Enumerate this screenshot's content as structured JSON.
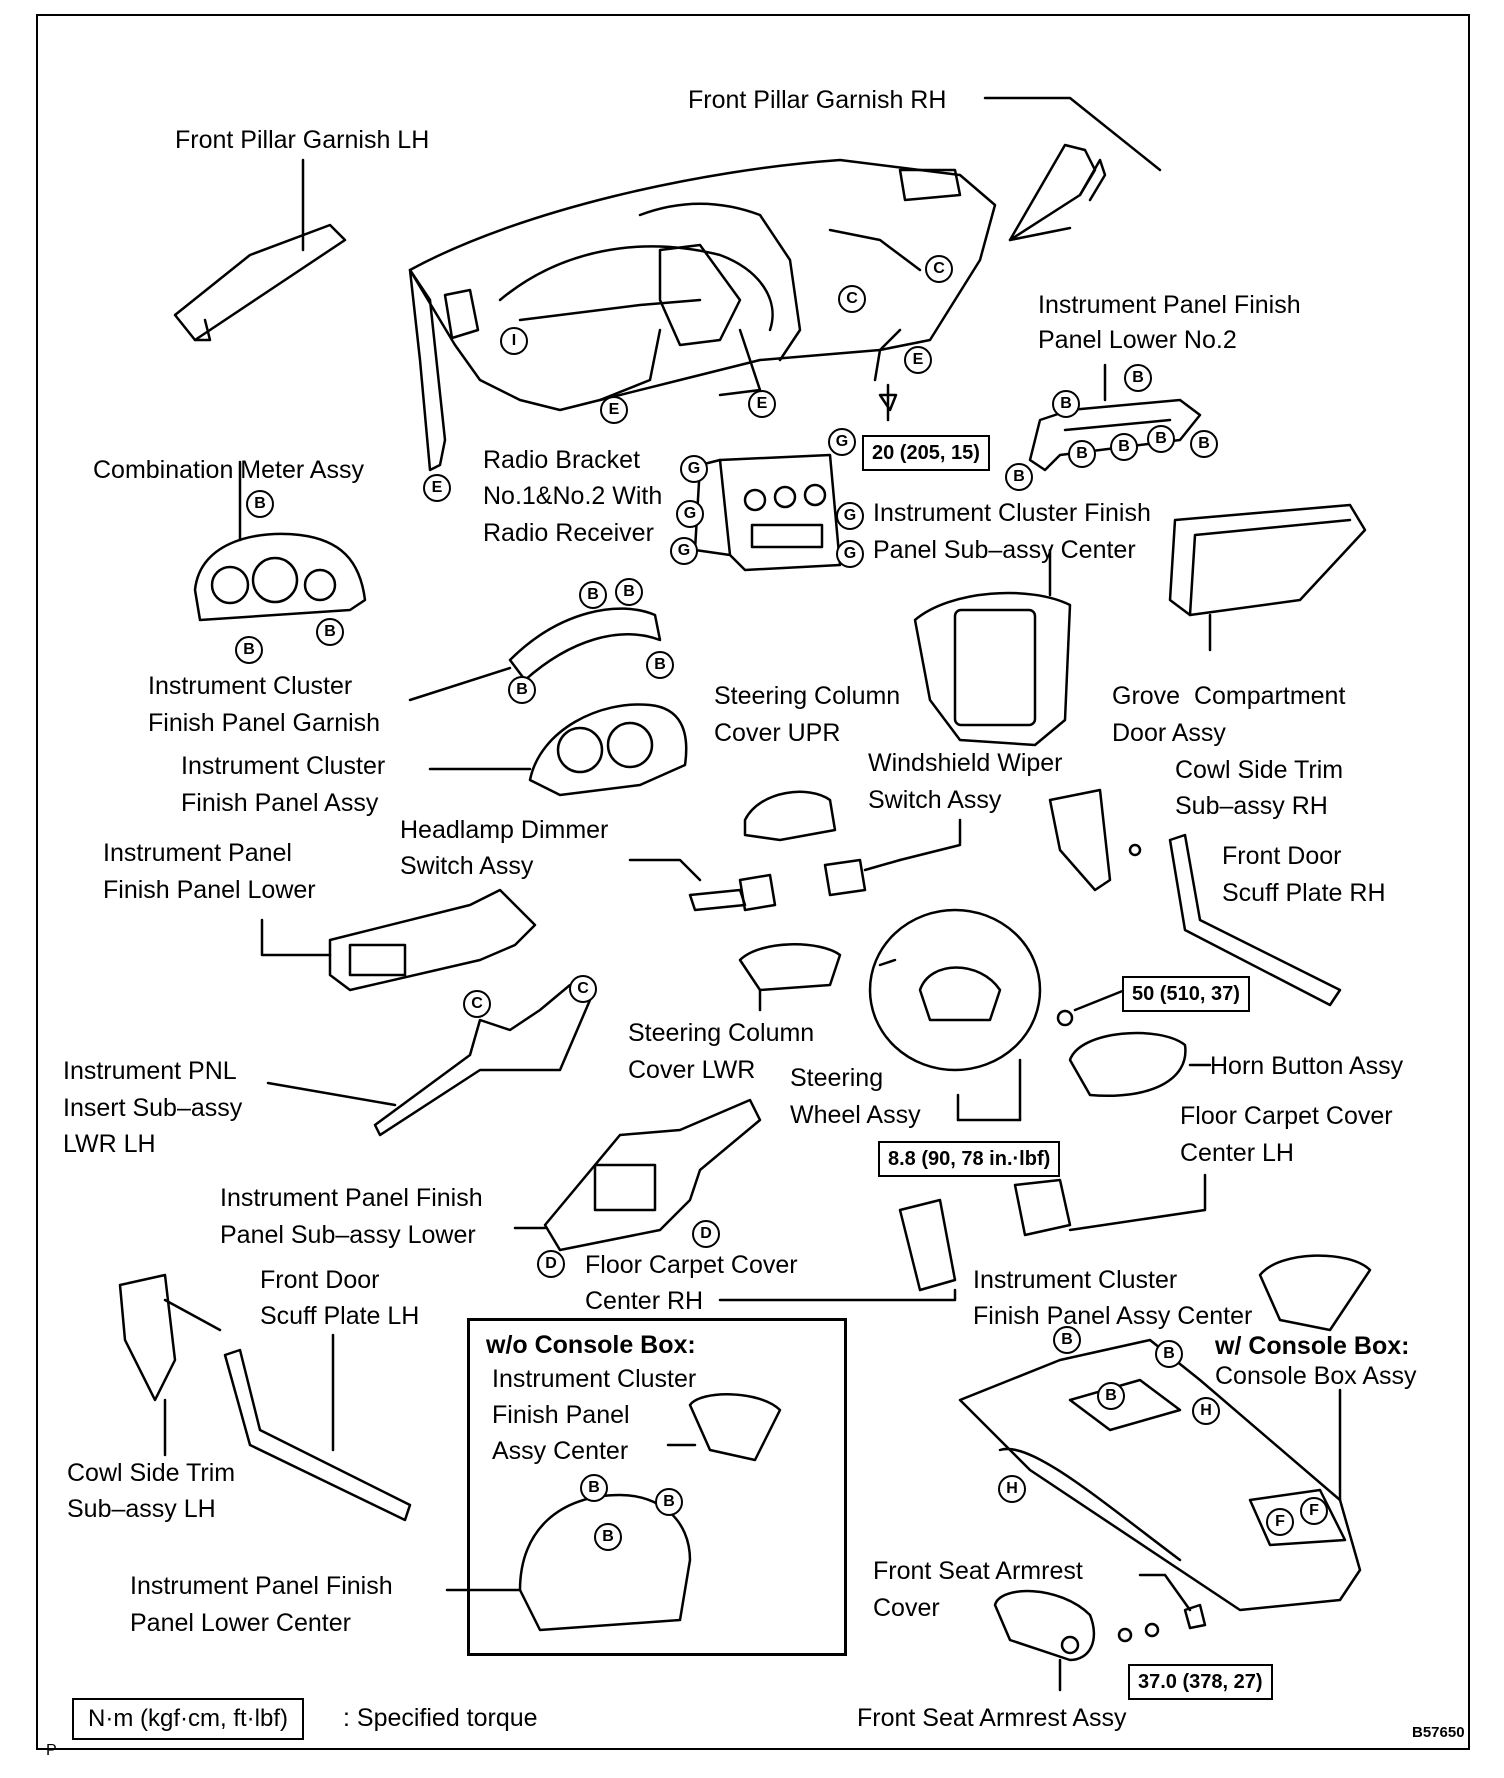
{
  "labels": {
    "front_pillar_garnish_rh": "Front Pillar Garnish RH",
    "front_pillar_garnish_lh": "Front Pillar Garnish LH",
    "ip_finish_panel_lower_no2_l1": "Instrument Panel Finish",
    "ip_finish_panel_lower_no2_l2": "Panel Lower No.2",
    "combination_meter": "Combination Meter Assy",
    "radio_bracket_l1": "Radio Bracket",
    "radio_bracket_l2": "No.1&No.2 With",
    "radio_bracket_l3": "Radio Receiver",
    "icfp_center_l1": "Instrument Cluster Finish",
    "icfp_center_l2": "Panel Sub–assy Center",
    "grove_compartment_l1": "Grove  Compartment",
    "grove_compartment_l2": "Door Assy",
    "icfp_garnish_l1": "Instrument Cluster",
    "icfp_garnish_l2": "Finish Panel Garnish",
    "steering_col_upr_l1": "Steering Column",
    "steering_col_upr_l2": "Cover UPR",
    "wiper_switch_l1": "Windshield Wiper",
    "wiper_switch_l2": "Switch Assy",
    "cowl_side_rh_l1": "Cowl Side Trim",
    "cowl_side_rh_l2": "Sub–assy RH",
    "icfp_assy_l1": "Instrument Cluster",
    "icfp_assy_l2": "Finish Panel Assy",
    "headlamp_l1": "Headlamp Dimmer",
    "headlamp_l2": "Switch Assy",
    "front_door_scuff_rh_l1": "Front Door",
    "front_door_scuff_rh_l2": "Scuff Plate RH",
    "ip_finish_panel_lower_l1": "Instrument Panel",
    "ip_finish_panel_lower_l2": "Finish Panel Lower",
    "steering_col_lwr_l1": "Steering Column",
    "steering_col_lwr_l2": "Cover LWR",
    "steering_wheel_l1": "Steering",
    "steering_wheel_l2": "Wheel Assy",
    "horn_button": "Horn Button Assy",
    "insert_lwr_lh_l1": "Instrument PNL",
    "insert_lwr_lh_l2": "Insert Sub–assy",
    "insert_lwr_lh_l3": "LWR LH",
    "floor_carpet_lh_l1": "Floor Carpet Cover",
    "floor_carpet_lh_l2": "Center LH",
    "ipfp_sub_lower_l1": "Instrument Panel Finish",
    "ipfp_sub_lower_l2": "Panel Sub–assy Lower",
    "floor_carpet_rh_l1": "Floor Carpet Cover",
    "floor_carpet_rh_l2": "Center RH",
    "icfp_assy_center_l1": "Instrument Cluster",
    "icfp_assy_center_l2": "Finish Panel Assy Center",
    "front_door_scuff_lh_l1": "Front Door",
    "front_door_scuff_lh_l2": "Scuff Plate LH",
    "w_console_l1": "w/ Console Box:",
    "w_console_l2": "Console Box Assy",
    "cowl_side_lh_l1": "Cowl Side Trim",
    "cowl_side_lh_l2": "Sub–assy LH",
    "armrest_cover_l1": "Front Seat Armrest",
    "armrest_cover_l2": "Cover",
    "ipfp_lower_center_l1": "Instrument Panel Finish",
    "ipfp_lower_center_l2": "Panel Lower Center",
    "armrest_assy": "Front Seat Armrest Assy"
  },
  "inset": {
    "title": "w/o Console Box:",
    "line1": "Instrument Cluster",
    "line2": "Finish Panel",
    "line3": "Assy Center"
  },
  "torques": {
    "t1": "20 (205, 15)",
    "t2": "50 (510, 37)",
    "t3": "8.8 (90, 78 in.·lbf)",
    "t4": "37.0 (378, 27)"
  },
  "legend": {
    "box": "N·m (kgf·cm, ft·lbf)",
    "text": ": Specified torque"
  },
  "page_mark": "P",
  "figure_code": "B57650",
  "marks": {
    "B": "B",
    "C": "C",
    "D": "D",
    "E": "E",
    "F": "F",
    "G": "G",
    "H": "H",
    "I": "I"
  }
}
